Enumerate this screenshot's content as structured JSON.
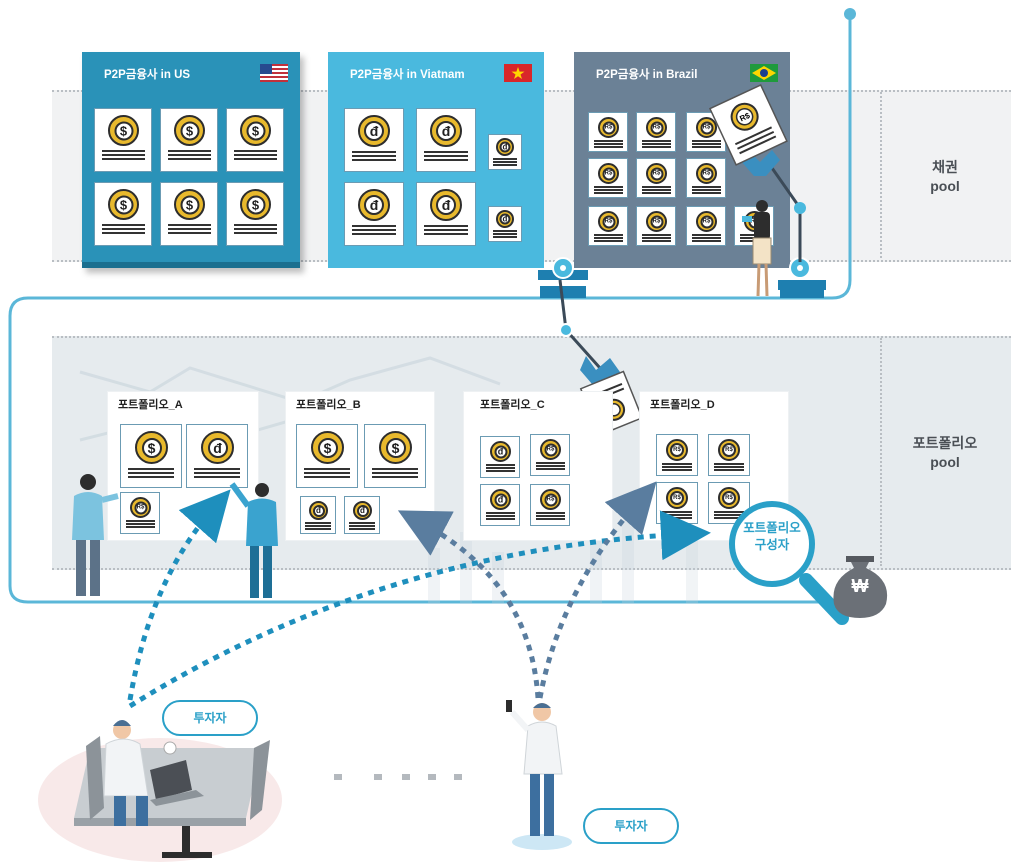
{
  "pools": {
    "bond_pool": "채권\npool",
    "portfolio_pool": "포트폴리오\npool"
  },
  "panels": [
    {
      "title": "P2P금융사 in US",
      "flag": "us-flag",
      "currency": "$",
      "color": "#2a92b8"
    },
    {
      "title": "P2P금융사 in Viatnam",
      "flag": "vietnam-flag",
      "currency": "đ",
      "color": "#4ab9de"
    },
    {
      "title": "P2P금융사 in Brazil",
      "flag": "brazil-flag",
      "currency": "R$",
      "color": "#6b8196"
    }
  ],
  "portfolios": [
    {
      "title": "포트폴리오_A"
    },
    {
      "title": "포트폴리오_B"
    },
    {
      "title": "포트폴리오_C"
    },
    {
      "title": "포트폴리오_D"
    }
  ],
  "magnifier": {
    "label": "포트폴리오\n구성자"
  },
  "money_bag": {
    "symbol": "₩"
  },
  "investors": [
    {
      "label": "투자자"
    },
    {
      "label": "투자자"
    }
  ],
  "colors": {
    "accent": "#2aa0c8",
    "flow_line": "#5bb7d8",
    "arrow_blue": "#1e8fbd",
    "arrow_slate": "#5a7d9f"
  },
  "icons": [
    "us-flag",
    "vietnam-flag",
    "brazil-flag",
    "dollar-coin-icon",
    "dong-coin-icon",
    "real-coin-icon",
    "robot-arm-icon",
    "magnifier-icon",
    "money-bag-icon",
    "person-icon",
    "laptop-icon",
    "phone-icon"
  ]
}
